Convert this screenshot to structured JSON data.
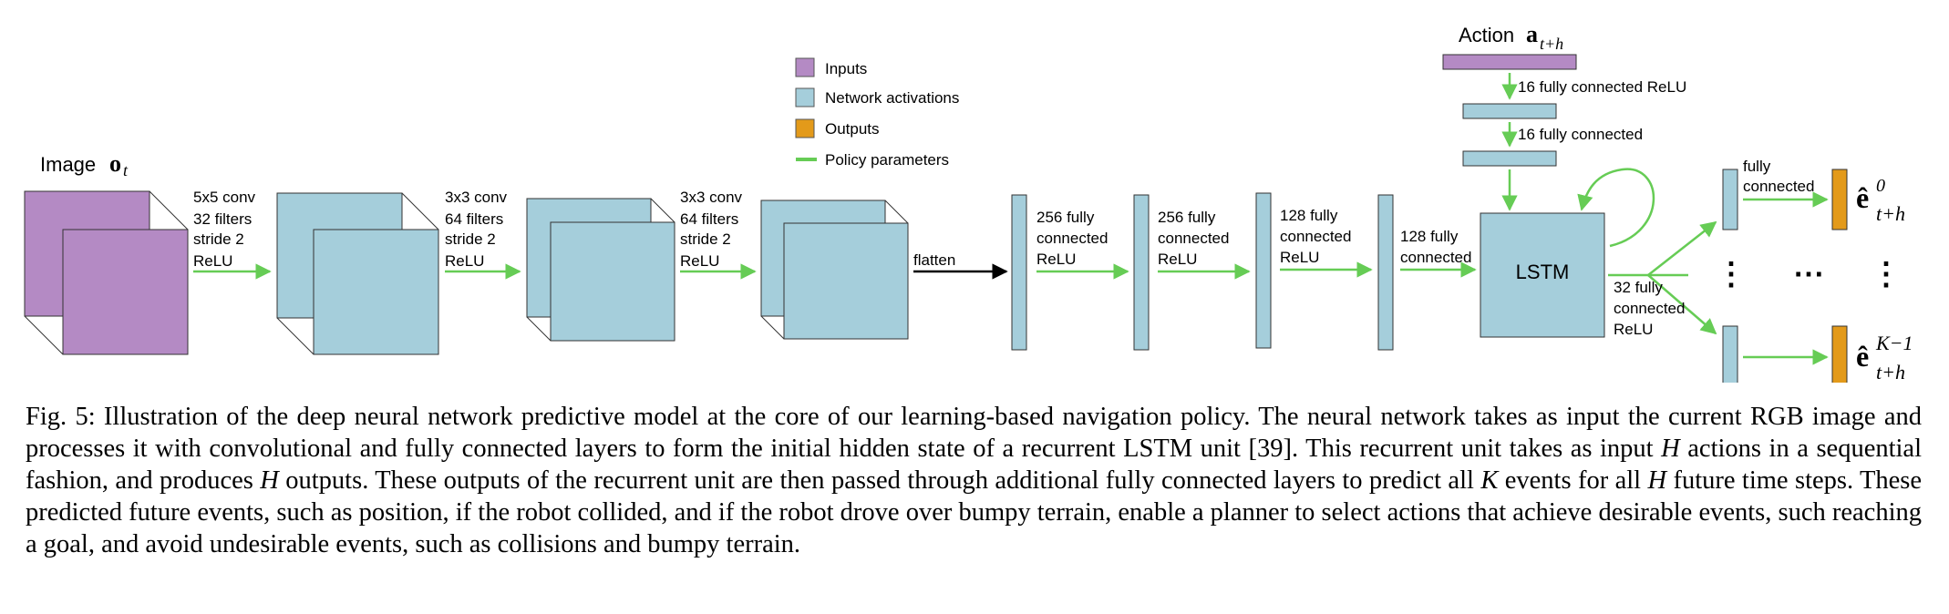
{
  "figure": {
    "legend": {
      "inputs": "Inputs",
      "activations": "Network activations",
      "outputs": "Outputs",
      "policy": "Policy parameters"
    },
    "image_label": "Image",
    "image_symbol": "o",
    "image_sub": "t",
    "conv1": [
      "5x5 conv",
      "32 filters",
      "stride 2",
      "ReLU"
    ],
    "conv2": [
      "3x3 conv",
      "64 filters",
      "stride 2",
      "ReLU"
    ],
    "conv3": [
      "3x3 conv",
      "64 filters",
      "stride 2",
      "ReLU"
    ],
    "flatten": "flatten",
    "fc1": [
      "256 fully",
      "connected",
      "ReLU"
    ],
    "fc2": [
      "256 fully",
      "connected",
      "ReLU"
    ],
    "fc3": [
      "128 fully",
      "connected",
      "ReLU"
    ],
    "fc4": [
      "128 fully",
      "connected"
    ],
    "lstm": "LSTM",
    "action_label": "Action",
    "action_symbol": "a",
    "action_sub": "t+h",
    "action_fc1": "16 fully connected ReLU",
    "action_fc2": "16 fully connected",
    "out_fc": [
      "32 fully",
      "connected",
      "ReLU"
    ],
    "head_fc": [
      "fully",
      "connected"
    ],
    "out_symbol": "ê",
    "out_top_sup": "0",
    "out_bot_sup": "K−1",
    "out_sub": "t+h",
    "dots": "⋮      ⋯      ⋮",
    "colors": {
      "inputs": "#b48ac4",
      "activations": "#a5cedb",
      "outputs": "#e39a1a",
      "policy": "#66cc55"
    }
  },
  "caption": {
    "prefix": "Fig. 5: Illustration of the deep neural network predictive model at the core of our learning-based navigation policy. The neural network takes as input the current RGB image and processes it with convolutional and fully connected layers to form the initial hidden state of a recurrent LSTM unit [39]. This recurrent unit takes as input",
    "H1": "H",
    "mid1": "actions in a sequential fashion, and produces",
    "H2": "H",
    "mid2": "outputs. These outputs of the recurrent unit are then passed through additional fully connected layers to predict all",
    "K": "K",
    "mid3": "events for all",
    "H3": "H",
    "end": "future time steps. These predicted future events, such as position, if the robot collided, and if the robot drove over bumpy terrain, enable a planner to select actions that achieve desirable events, such reaching a goal, and avoid undesirable events, such as collisions and bumpy terrain."
  }
}
